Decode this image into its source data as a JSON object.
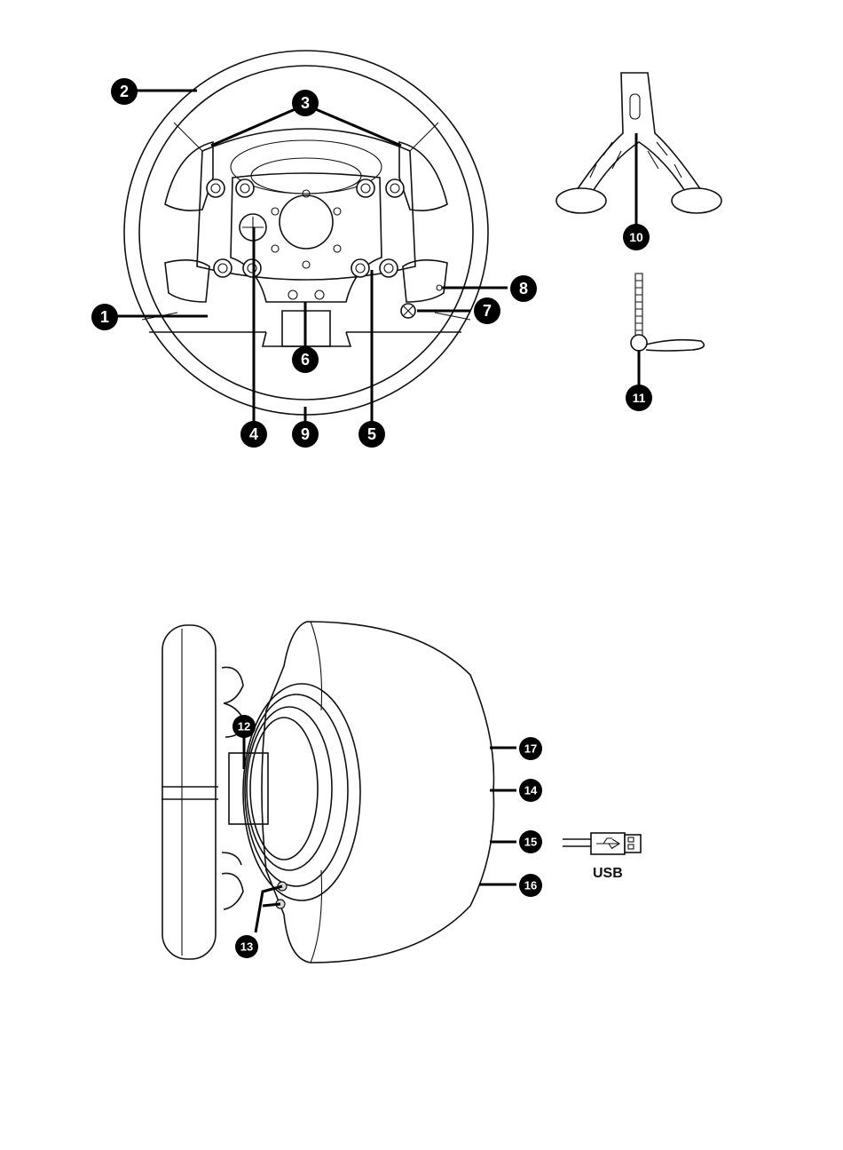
{
  "callouts": [
    {
      "id": "1",
      "label": "1"
    },
    {
      "id": "2",
      "label": "2"
    },
    {
      "id": "3",
      "label": "3"
    },
    {
      "id": "4",
      "label": "4"
    },
    {
      "id": "5",
      "label": "5"
    },
    {
      "id": "6",
      "label": "6"
    },
    {
      "id": "7",
      "label": "7"
    },
    {
      "id": "8",
      "label": "8"
    },
    {
      "id": "9",
      "label": "9"
    },
    {
      "id": "10",
      "label": "10"
    },
    {
      "id": "11",
      "label": "11"
    },
    {
      "id": "12",
      "label": "12"
    },
    {
      "id": "13",
      "label": "13"
    },
    {
      "id": "14",
      "label": "14"
    },
    {
      "id": "15",
      "label": "15"
    },
    {
      "id": "16",
      "label": "16"
    },
    {
      "id": "17",
      "label": "17"
    }
  ],
  "usb": {
    "label": "USB"
  },
  "icons": {
    "xbox_button": "xbox-logo-icon",
    "usb_plug": "usb-connector-icon"
  }
}
